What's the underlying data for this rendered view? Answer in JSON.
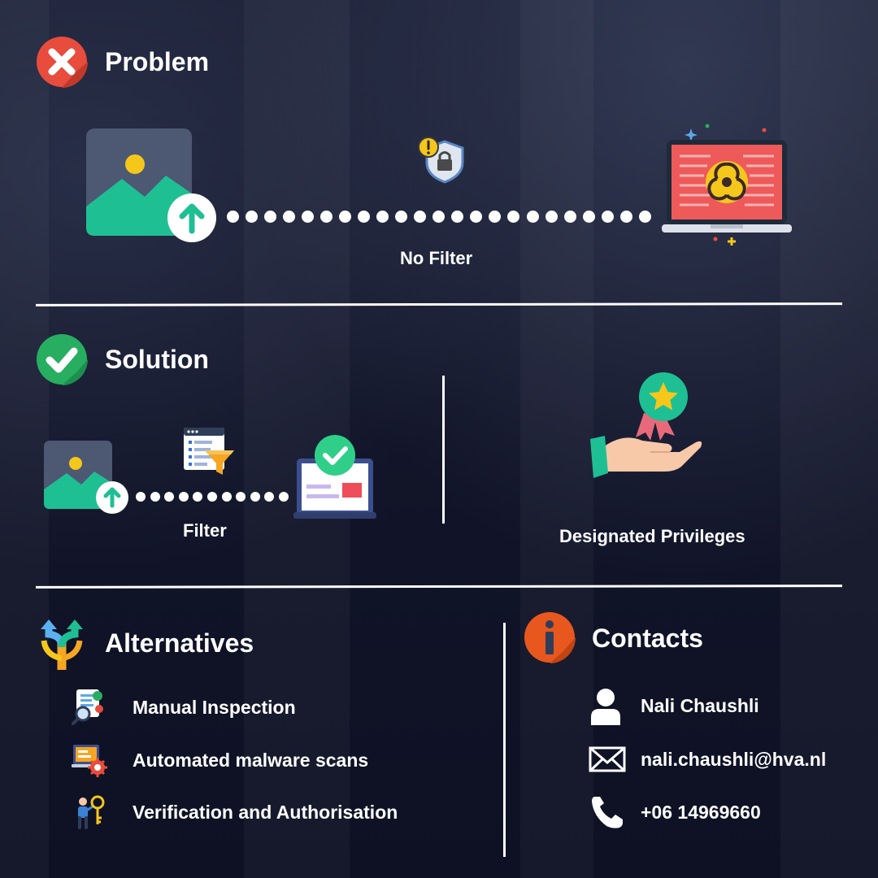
{
  "problem": {
    "heading": "Problem",
    "caption": "No Filter"
  },
  "solution": {
    "heading": "Solution",
    "filter_caption": "Filter",
    "privileges_caption": "Designated Privileges"
  },
  "alternatives": {
    "heading": "Alternatives",
    "items": [
      {
        "label": "Manual Inspection",
        "icon": "document-search-icon"
      },
      {
        "label": "Automated malware scans",
        "icon": "malware-scan-icon"
      },
      {
        "label": "Verification and Authorisation",
        "icon": "person-key-icon"
      }
    ]
  },
  "contacts": {
    "heading": "Contacts",
    "name": "Nali Chaushli",
    "email": "nali.chaushli@hva.nl",
    "phone": "+06 14969660"
  },
  "colors": {
    "background": "#131629",
    "problem_red": "#e84c3d",
    "success_green": "#27ae60",
    "image_green": "#1fbf94",
    "warning_orange": "#e8571e"
  }
}
